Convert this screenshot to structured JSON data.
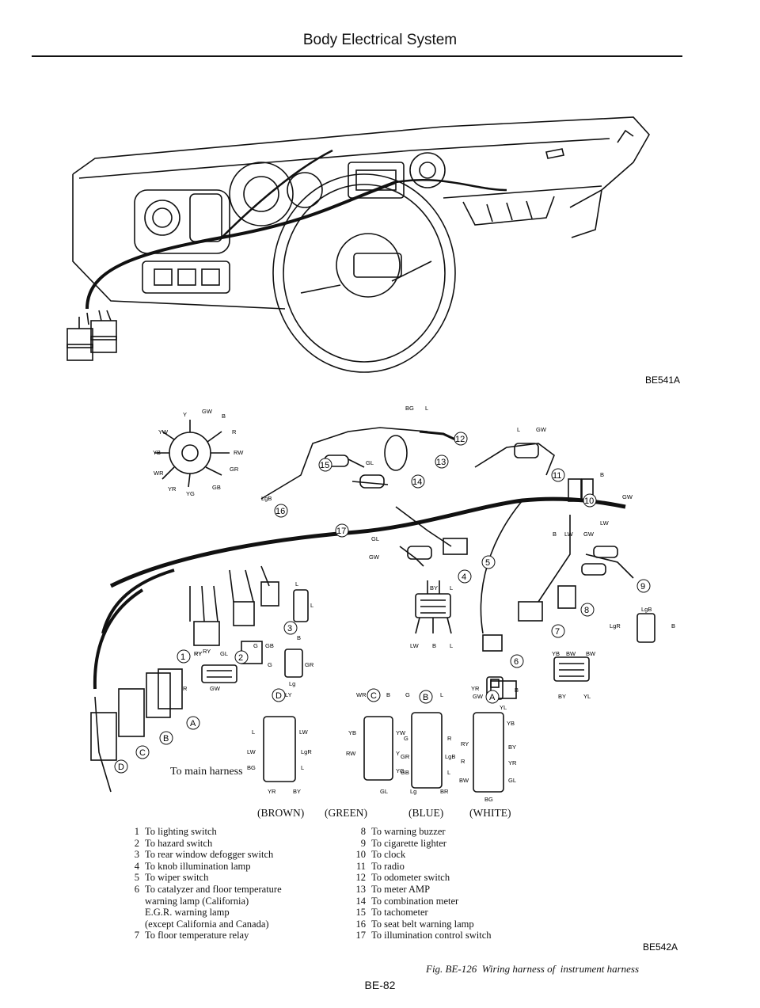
{
  "header": {
    "title": "Body Electrical System"
  },
  "figure1": {
    "code": "BE541A"
  },
  "figure2": {
    "code": "BE542A",
    "main_harness": "To main harness",
    "connector_colors": [
      "(BROWN)",
      "(GREEN)",
      "(BLUE)",
      "(WHITE)"
    ]
  },
  "legend_left": [
    {
      "n": "1",
      "t": "To lighting switch"
    },
    {
      "n": "2",
      "t": "To hazard switch"
    },
    {
      "n": "3",
      "t": "To rear window defogger switch"
    },
    {
      "n": "4",
      "t": "To knob illumination lamp"
    },
    {
      "n": "5",
      "t": "To wiper switch"
    },
    {
      "n": "6",
      "t": "To catalyzer and floor temperature"
    },
    {
      "n": "",
      "t": "warning lamp (California)"
    },
    {
      "n": "",
      "t": "E.G.R. warning lamp"
    },
    {
      "n": "",
      "t": "(except California and Canada)"
    },
    {
      "n": "7",
      "t": "To floor temperature relay"
    }
  ],
  "legend_right": [
    {
      "n": "8",
      "t": "To warning buzzer"
    },
    {
      "n": "9",
      "t": "To cigarette lighter"
    },
    {
      "n": "10",
      "t": "To clock"
    },
    {
      "n": "11",
      "t": "To radio"
    },
    {
      "n": "12",
      "t": "To odometer switch"
    },
    {
      "n": "13",
      "t": "To meter AMP"
    },
    {
      "n": "14",
      "t": "To combination meter"
    },
    {
      "n": "15",
      "t": "To tachometer"
    },
    {
      "n": "16",
      "t": "To seat belt warning lamp"
    },
    {
      "n": "17",
      "t": "To illumination control switch"
    }
  ],
  "caption": {
    "fig": "Fig. BE-126",
    "text": "Wiring harness of",
    "text2": "instrument harness"
  },
  "footer": {
    "page": "BE-82"
  },
  "callouts": [
    "1",
    "2",
    "3",
    "4",
    "5",
    "6",
    "7",
    "8",
    "9",
    "10",
    "11",
    "12",
    "13",
    "14",
    "15",
    "16",
    "17",
    "A",
    "B",
    "C",
    "D"
  ],
  "wire_labels": [
    "Y",
    "GW",
    "B",
    "YW",
    "R",
    "YB",
    "RW",
    "WR",
    "GR",
    "YR",
    "YG",
    "GB",
    "LgB",
    "BG",
    "L",
    "GL",
    "LW",
    "BY",
    "LY",
    "RY",
    "G",
    "Lg",
    "YL",
    "BW",
    "YR",
    "B",
    "LgR",
    "WR",
    "RW",
    "BR"
  ]
}
